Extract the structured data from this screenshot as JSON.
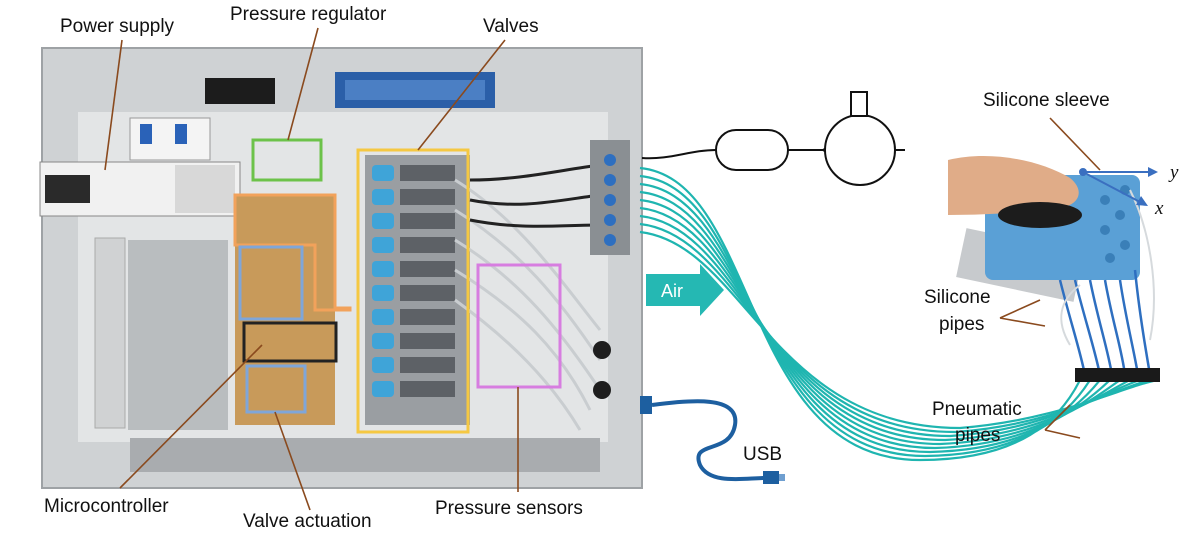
{
  "labels": {
    "power_supply": "Power supply",
    "pressure_regulator": "Pressure regulator",
    "valves": "Valves",
    "microcontroller": "Microcontroller",
    "valve_actuation": "Valve actuation",
    "pressure_sensors": "Pressure sensors",
    "air": "Air",
    "usb": "USB",
    "silicone_sleeve": "Silicone sleeve",
    "silicone_pipes_line1": "Silicone",
    "silicone_pipes_line2": "pipes",
    "pneumatic_pipes_line1": "Pneumatic",
    "pneumatic_pipes_line2": "pipes",
    "axis_y": "y",
    "axis_x": "x"
  },
  "icons": [
    "air-arrow-icon",
    "usb-plug-icon",
    "compressor-symbol-icon",
    "tank-symbol-icon"
  ],
  "colors": {
    "pneumatic_pipe": "#1fb5b0",
    "usb_cable": "#1d5fa0",
    "highlight_green": "#6cc24a",
    "highlight_orange": "#f2a25b",
    "highlight_blue": "#7fa6d9",
    "highlight_black": "#222222",
    "highlight_yellow": "#f5c842",
    "highlight_pink": "#d77de0",
    "leader_line": "#8a4a1e"
  }
}
